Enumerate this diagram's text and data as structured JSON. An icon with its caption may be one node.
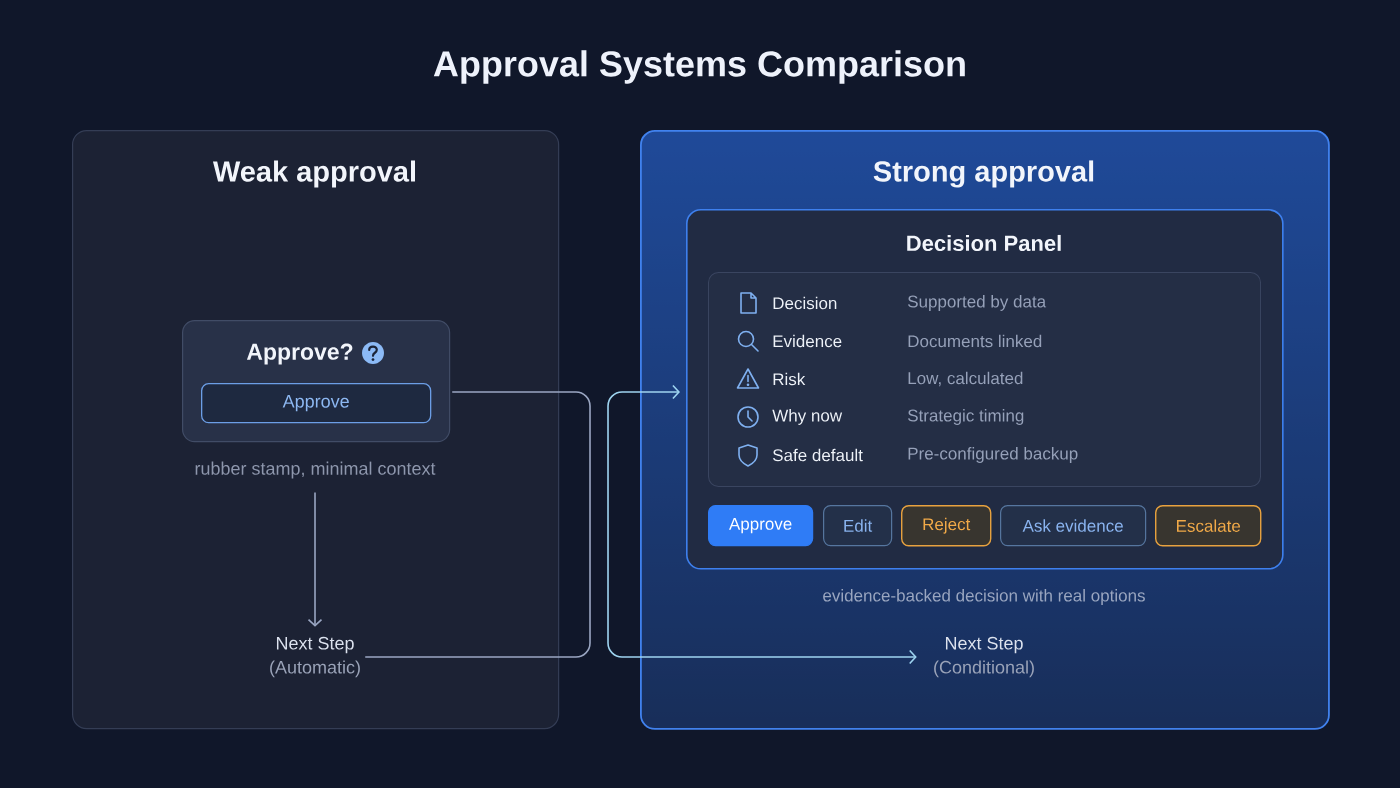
{
  "diagram": {
    "title": "Approval Systems Comparison",
    "nodes": [
      {
        "text": [
          "Weak approval"
        ]
      },
      {
        "text": [
          "Approve?"
        ],
        "in": 0
      },
      {
        "text": [
          "Approve"
        ],
        "in": 1
      },
      {
        "text": [
          "rubber stamp, minimal context"
        ],
        "in": 0
      },
      {
        "text": [
          "Next Step",
          "(Automatic)"
        ],
        "in": 0
      },
      {
        "text": [
          "Strong approval"
        ]
      },
      {
        "text": [
          "Decision Panel"
        ],
        "in": 5,
        "beside": [
          "evidence-backed decision with real options"
        ]
      },
      {
        "text": [
          "Decision",
          "Supported by data",
          "Evidence",
          "Documents linked",
          "Risk",
          "Low, calculated",
          "Why now",
          "Strategic timing",
          "Safe default",
          "Pre-configured backup"
        ],
        "in": 6
      },
      {
        "text": [
          "Approve"
        ],
        "in": 6
      },
      {
        "text": [
          "Edit"
        ],
        "in": 6
      },
      {
        "text": [
          "Reject"
        ],
        "in": 6
      },
      {
        "text": [
          "Ask evidence"
        ],
        "in": 6
      },
      {
        "text": [
          "Escalate"
        ],
        "in": 6
      },
      {
        "text": [
          "Next Step",
          "(Conditional)"
        ],
        "in": 5
      }
    ],
    "edges": [
      {
        "from": 3,
        "to": 4,
        "arrow": "to"
      },
      {
        "from": 1,
        "to": 4,
        "arrow": "none"
      },
      {
        "from": 6,
        "to": 13,
        "arrow": "both",
        "color": "#9ed4f0"
      }
    ]
  }
}
